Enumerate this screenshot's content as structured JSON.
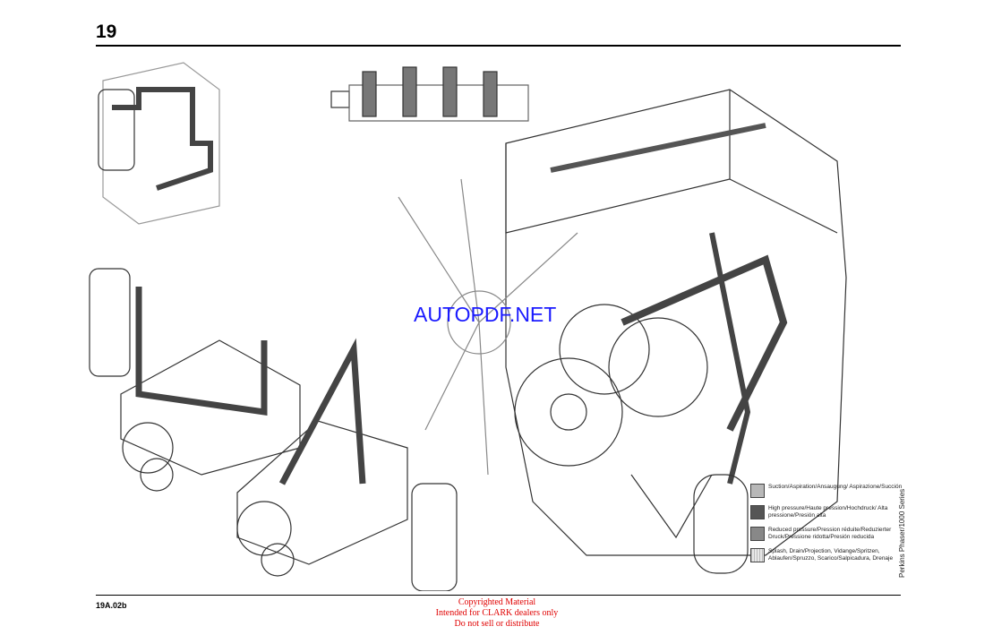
{
  "page": {
    "number": "19",
    "doc_code": "19A.02b",
    "side_title": "Perkins Phaser/1000 Series",
    "watermark": "AUTOPDF.NET",
    "copyright": {
      "line1": "Copyrighted Material",
      "line2": "Intended for CLARK dealers only",
      "line3": "Do not sell or distribute"
    }
  },
  "legend": {
    "items": [
      {
        "label": "Suction/Aspiration/Ansaugung/ Aspirazione/Succión",
        "color": "#b8b8b8"
      },
      {
        "label": "High pressure/Haute pression/Hochdruck/ Alta pressione/Presión alta",
        "color": "#555555"
      },
      {
        "label": "Reduced pressure/Pression réduite/Reduzierter Druck/Pressione ridotta/Presión reducida",
        "color": "#888888"
      },
      {
        "label": "Splash, Drain/Projection, Vidange/Spritzen, Ablaufen/Spruzzo, Scarico/Salpicadura, Drenaje",
        "color": "#d0d0d0"
      }
    ]
  },
  "colors": {
    "watermark": "#1a1aff",
    "copyright": "#e00000"
  }
}
